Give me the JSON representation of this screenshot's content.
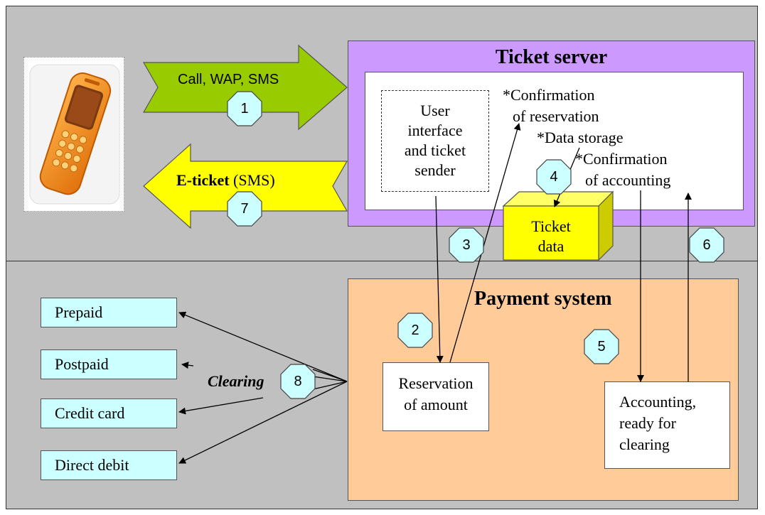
{
  "ticket_server": {
    "title": "Ticket server",
    "ui_box": [
      "User",
      "interface",
      "and ticket",
      "sender"
    ],
    "notes": {
      "confirmation_reservation_1": "*Confirmation",
      "confirmation_reservation_2": "of reservation",
      "data_storage": "*Data storage",
      "confirmation_accounting_1": "*Confirmation",
      "confirmation_accounting_2": "of accounting"
    },
    "ticket_data": [
      "Ticket",
      "data"
    ]
  },
  "phone_arrows": {
    "request_label": "Call, WAP, SMS",
    "eticket_label_bold": "E-ticket",
    "eticket_label_rest": " (SMS)"
  },
  "payment_system": {
    "title": "Payment system",
    "reservation": [
      "Reservation",
      "of amount"
    ],
    "accounting": [
      "Accounting,",
      "ready for",
      "clearing"
    ]
  },
  "payment_methods": [
    "Prepaid",
    "Postpaid",
    "Credit card",
    "Direct debit"
  ],
  "clearing_label": "Clearing",
  "steps": [
    "1",
    "2",
    "3",
    "4",
    "5",
    "6",
    "7",
    "8"
  ],
  "colors": {
    "background": "#c0c0c0",
    "ticket_server": "#cc99ff",
    "payment_system": "#ffcc99",
    "request_arrow": "#99cc00",
    "eticket_arrow": "#ffff00",
    "ticket_data": "#ffff00",
    "step_badge": "#ccffff",
    "payment_method": "#ccffff"
  },
  "icons": [
    "mobile-phone-icon"
  ]
}
